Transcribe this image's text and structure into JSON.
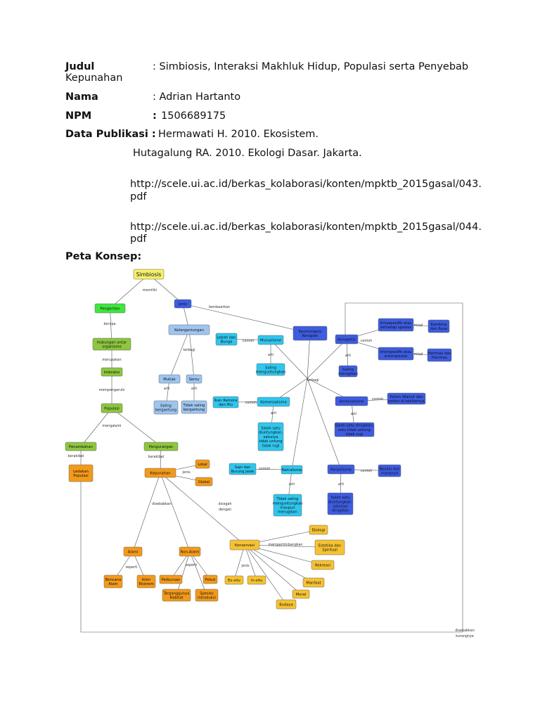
{
  "header": {
    "judul_label": "Judul",
    "judul_value": ": Simbiosis, Interaksi Makhluk Hidup, Populasi serta Penyebab",
    "judul_cont": "Kepunahan",
    "nama_label": "Nama",
    "nama_value": ": Adrian Hartanto",
    "npm_label": "NPM",
    "npm_colon": ":",
    "npm_value": "1506689175",
    "pub_label": "Data Publikasi :",
    "pub_1": "Hermawati H. 2010. Ekosistem.",
    "pub_2": "Hutagalung RA. 2010. Ekologi Dasar. Jakarta.",
    "pub_3a": "http://scele.ui.ac.id/berkas_kolaborasi/konten/mpktb_2015gasal/043.",
    "pub_3b": "pdf",
    "pub_4a": "http://scele.ui.ac.id/berkas_kolaborasi/konten/mpktb_2015gasal/044.",
    "pub_4b": "pdf",
    "peta_label": "Peta Konsep:"
  },
  "colors": {
    "yellow": "#f5f06a",
    "green_bright": "#3ee63e",
    "green": "#8dc63f",
    "blue_dark": "#3d5ce0",
    "blue_light": "#9ec5f0",
    "cyan": "#2fc6ee",
    "orange": "#f39a1a",
    "gold": "#f6c232"
  },
  "nodes": [
    {
      "id": "simbiosis",
      "lines": [
        "Simbiosis"
      ],
      "color": "yellow",
      "big": true
    },
    {
      "id": "pengertian",
      "lines": [
        "Pengertian"
      ],
      "color": "green_bright"
    },
    {
      "id": "jenis",
      "lines": [
        "Jenis"
      ],
      "color": "blue_dark"
    },
    {
      "id": "hubungan",
      "lines": [
        "Hubungan antar",
        "organisme"
      ],
      "color": "green"
    },
    {
      "id": "interaksi",
      "lines": [
        "Interaksi"
      ],
      "color": "green"
    },
    {
      "id": "populasi",
      "lines": [
        "Populasi"
      ],
      "color": "green"
    },
    {
      "id": "penambahan",
      "lines": [
        "Penambahan"
      ],
      "color": "green"
    },
    {
      "id": "pengurangan",
      "lines": [
        "Pengurangan"
      ],
      "color": "green"
    },
    {
      "id": "ledakan",
      "lines": [
        "Ledakan",
        "Populasi"
      ],
      "color": "orange"
    },
    {
      "id": "ketergantungan",
      "lines": [
        "Ketergantungan"
      ],
      "color": "blue_light"
    },
    {
      "id": "mutlak",
      "lines": [
        "Mutlak"
      ],
      "color": "blue_light"
    },
    {
      "id": "semu",
      "lines": [
        "Semu"
      ],
      "color": "blue_light"
    },
    {
      "id": "saling_bergantung",
      "lines": [
        "Saling",
        "bergantung"
      ],
      "color": "blue_light"
    },
    {
      "id": "tidak_saling",
      "lines": [
        "Tidak saling",
        "bergantung"
      ],
      "color": "blue_light"
    },
    {
      "id": "keuntungan",
      "lines": [
        "Keuntungan/",
        "Kerugian"
      ],
      "color": "blue_dark"
    },
    {
      "id": "lebah",
      "lines": [
        "Lebah dan",
        "Bunga"
      ],
      "color": "cyan"
    },
    {
      "id": "mutualisme",
      "lines": [
        "Mutualisme"
      ],
      "color": "cyan"
    },
    {
      "id": "saling_menguntungkan",
      "lines": [
        "Saling",
        "menguntungkan"
      ],
      "color": "cyan"
    },
    {
      "id": "kompetisi",
      "lines": [
        "Kompetisi"
      ],
      "color": "blue_dark"
    },
    {
      "id": "saling_merugikan",
      "lines": [
        "Saling",
        "merugikan"
      ],
      "color": "blue_dark"
    },
    {
      "id": "intraspesifik",
      "lines": [
        "Intraspesifik atau",
        "terhadap spesies"
      ],
      "color": "blue_dark"
    },
    {
      "id": "kambing",
      "lines": [
        "Kambing",
        "dan Rusa"
      ],
      "color": "blue_dark"
    },
    {
      "id": "interspesifik",
      "lines": [
        "Interspesifik atau",
        "antarspesies"
      ],
      "color": "blue_dark"
    },
    {
      "id": "harimau",
      "lines": [
        "Harimau dan",
        "Harimau"
      ],
      "color": "blue_dark"
    },
    {
      "id": "ikan",
      "lines": [
        "Ikan Remora",
        "dan Hiu"
      ],
      "color": "cyan"
    },
    {
      "id": "komensalisme",
      "lines": [
        "Komensalisme"
      ],
      "color": "cyan"
    },
    {
      "id": "salah_satu_1",
      "lines": [
        "Salah satu",
        "diuntungkan,",
        "satunya",
        "tidak untung",
        "tidak rugi"
      ],
      "color": "cyan"
    },
    {
      "id": "amensalisme",
      "lines": [
        "Amensalisme"
      ],
      "color": "blue_dark"
    },
    {
      "id": "pohon",
      "lines": [
        "Pohon Walnut dan",
        "pohon di sekitarnya"
      ],
      "color": "blue_dark"
    },
    {
      "id": "salah_satu_2",
      "lines": [
        "Salah satu dirugikan,",
        "satu tidak untung",
        "tidak rugi"
      ],
      "color": "blue_dark"
    },
    {
      "id": "sapi",
      "lines": [
        "Sapi dan",
        "Burung Jalak"
      ],
      "color": "cyan"
    },
    {
      "id": "netralisme",
      "lines": [
        "Netralisme"
      ],
      "color": "cyan"
    },
    {
      "id": "tidak_saling_meng",
      "lines": [
        "Tidak saling",
        "menguntungkan",
        "maupun",
        "merugikan"
      ],
      "color": "cyan"
    },
    {
      "id": "parasitisme",
      "lines": [
        "Parasitisme"
      ],
      "color": "blue_dark"
    },
    {
      "id": "benalu",
      "lines": [
        "Benalu dan",
        "inangnya"
      ],
      "color": "blue_dark"
    },
    {
      "id": "salah_satu_3",
      "lines": [
        "Salah satu",
        "diuntungkan,",
        "satunya",
        "dirugikan"
      ],
      "color": "blue_dark"
    },
    {
      "id": "kepunahan",
      "lines": [
        "Kepunahan"
      ],
      "color": "orange"
    },
    {
      "id": "lokal",
      "lines": [
        "Lokal"
      ],
      "color": "orange"
    },
    {
      "id": "global",
      "lines": [
        "Global"
      ],
      "color": "orange"
    },
    {
      "id": "alami",
      "lines": [
        "Alami"
      ],
      "color": "orange"
    },
    {
      "id": "non_alami",
      "lines": [
        "Non-Alami"
      ],
      "color": "orange"
    },
    {
      "id": "bencana",
      "lines": [
        "Bencana",
        "Alam"
      ],
      "color": "orange"
    },
    {
      "id": "iklim",
      "lines": [
        "Iklim",
        "Ekstrem"
      ],
      "color": "orange"
    },
    {
      "id": "perburuan",
      "lines": [
        "Perburuan"
      ],
      "color": "orange"
    },
    {
      "id": "polusi",
      "lines": [
        "Polusi"
      ],
      "color": "orange"
    },
    {
      "id": "terganggunya",
      "lines": [
        "Terganggunya",
        "Habitat"
      ],
      "color": "orange"
    },
    {
      "id": "spesies",
      "lines": [
        "Spesies",
        "Introduksi"
      ],
      "color": "orange"
    },
    {
      "id": "konservasi",
      "lines": [
        "Konservasi"
      ],
      "color": "gold"
    },
    {
      "id": "ex_situ",
      "lines": [
        "Ex-situ"
      ],
      "color": "gold"
    },
    {
      "id": "in_situ",
      "lines": [
        "In-situ"
      ],
      "color": "gold"
    },
    {
      "id": "ekologi",
      "lines": [
        "Ekologi"
      ],
      "color": "gold"
    },
    {
      "id": "estetika",
      "lines": [
        "Estetika dan",
        "Spiritual"
      ],
      "color": "gold"
    },
    {
      "id": "rekreasi",
      "lines": [
        "Rekreasi"
      ],
      "color": "gold"
    },
    {
      "id": "manfaat",
      "lines": [
        "Manfaat"
      ],
      "color": "gold"
    },
    {
      "id": "moral",
      "lines": [
        "Moral"
      ],
      "color": "gold"
    },
    {
      "id": "budaya",
      "lines": [
        "Budaya"
      ],
      "color": "gold"
    }
  ],
  "link_labels": [
    {
      "id": "l_memiliki",
      "text": "memiliki"
    },
    {
      "id": "l_berupa",
      "text": "berupa"
    },
    {
      "id": "l_berdasarkan",
      "text": "berdasarkan"
    },
    {
      "id": "l_merupakan",
      "text": "merupakan"
    },
    {
      "id": "l_mempengaruhi",
      "text": "mempengaruhi"
    },
    {
      "id": "l_mengalami",
      "text": "mengalami"
    },
    {
      "id": "l_berakibat",
      "text": "berakibat"
    },
    {
      "id": "l_berakibat2",
      "text": "berakibat"
    },
    {
      "id": "l_terbagi",
      "text": "terbagi"
    },
    {
      "id": "l_arti1",
      "text": "arti"
    },
    {
      "id": "l_arti2",
      "text": "arti"
    },
    {
      "id": "l_contoh1",
      "text": "contoh"
    },
    {
      "id": "l_arti3",
      "text": "arti"
    },
    {
      "id": "l_terbagi2",
      "text": "terbagi"
    },
    {
      "id": "l_arti4",
      "text": "arti"
    },
    {
      "id": "l_contoh2",
      "text": "contoh"
    },
    {
      "id": "l_misal1",
      "text": "misal"
    },
    {
      "id": "l_misal2",
      "text": "misal"
    },
    {
      "id": "l_contoh3",
      "text": "contoh"
    },
    {
      "id": "l_arti5",
      "text": "arti"
    },
    {
      "id": "l_contoh4",
      "text": "contoh"
    },
    {
      "id": "l_arti6",
      "text": "arti"
    },
    {
      "id": "l_contoh5",
      "text": "contoh"
    },
    {
      "id": "l_arti7",
      "text": "arti"
    },
    {
      "id": "l_contoh6",
      "text": "contoh"
    },
    {
      "id": "l_arti8",
      "text": "arti"
    },
    {
      "id": "l_jenis",
      "text": "jenis"
    },
    {
      "id": "l_disebabkan",
      "text": "disebabkan"
    },
    {
      "id": "l_dicegah",
      "text": "dicegah"
    },
    {
      "id": "l_dengan",
      "text": "dengan"
    },
    {
      "id": "l_seperti1",
      "text": "seperti"
    },
    {
      "id": "l_seperti2",
      "text": "seperti"
    },
    {
      "id": "l_jenis2",
      "text": "jenis"
    },
    {
      "id": "l_mempertimbangkan",
      "text": "mempertimbangkan"
    },
    {
      "id": "l_disebabkan2",
      "text": "disebabkan"
    },
    {
      "id": "l_kurangnya",
      "text": "kurangnya"
    }
  ]
}
